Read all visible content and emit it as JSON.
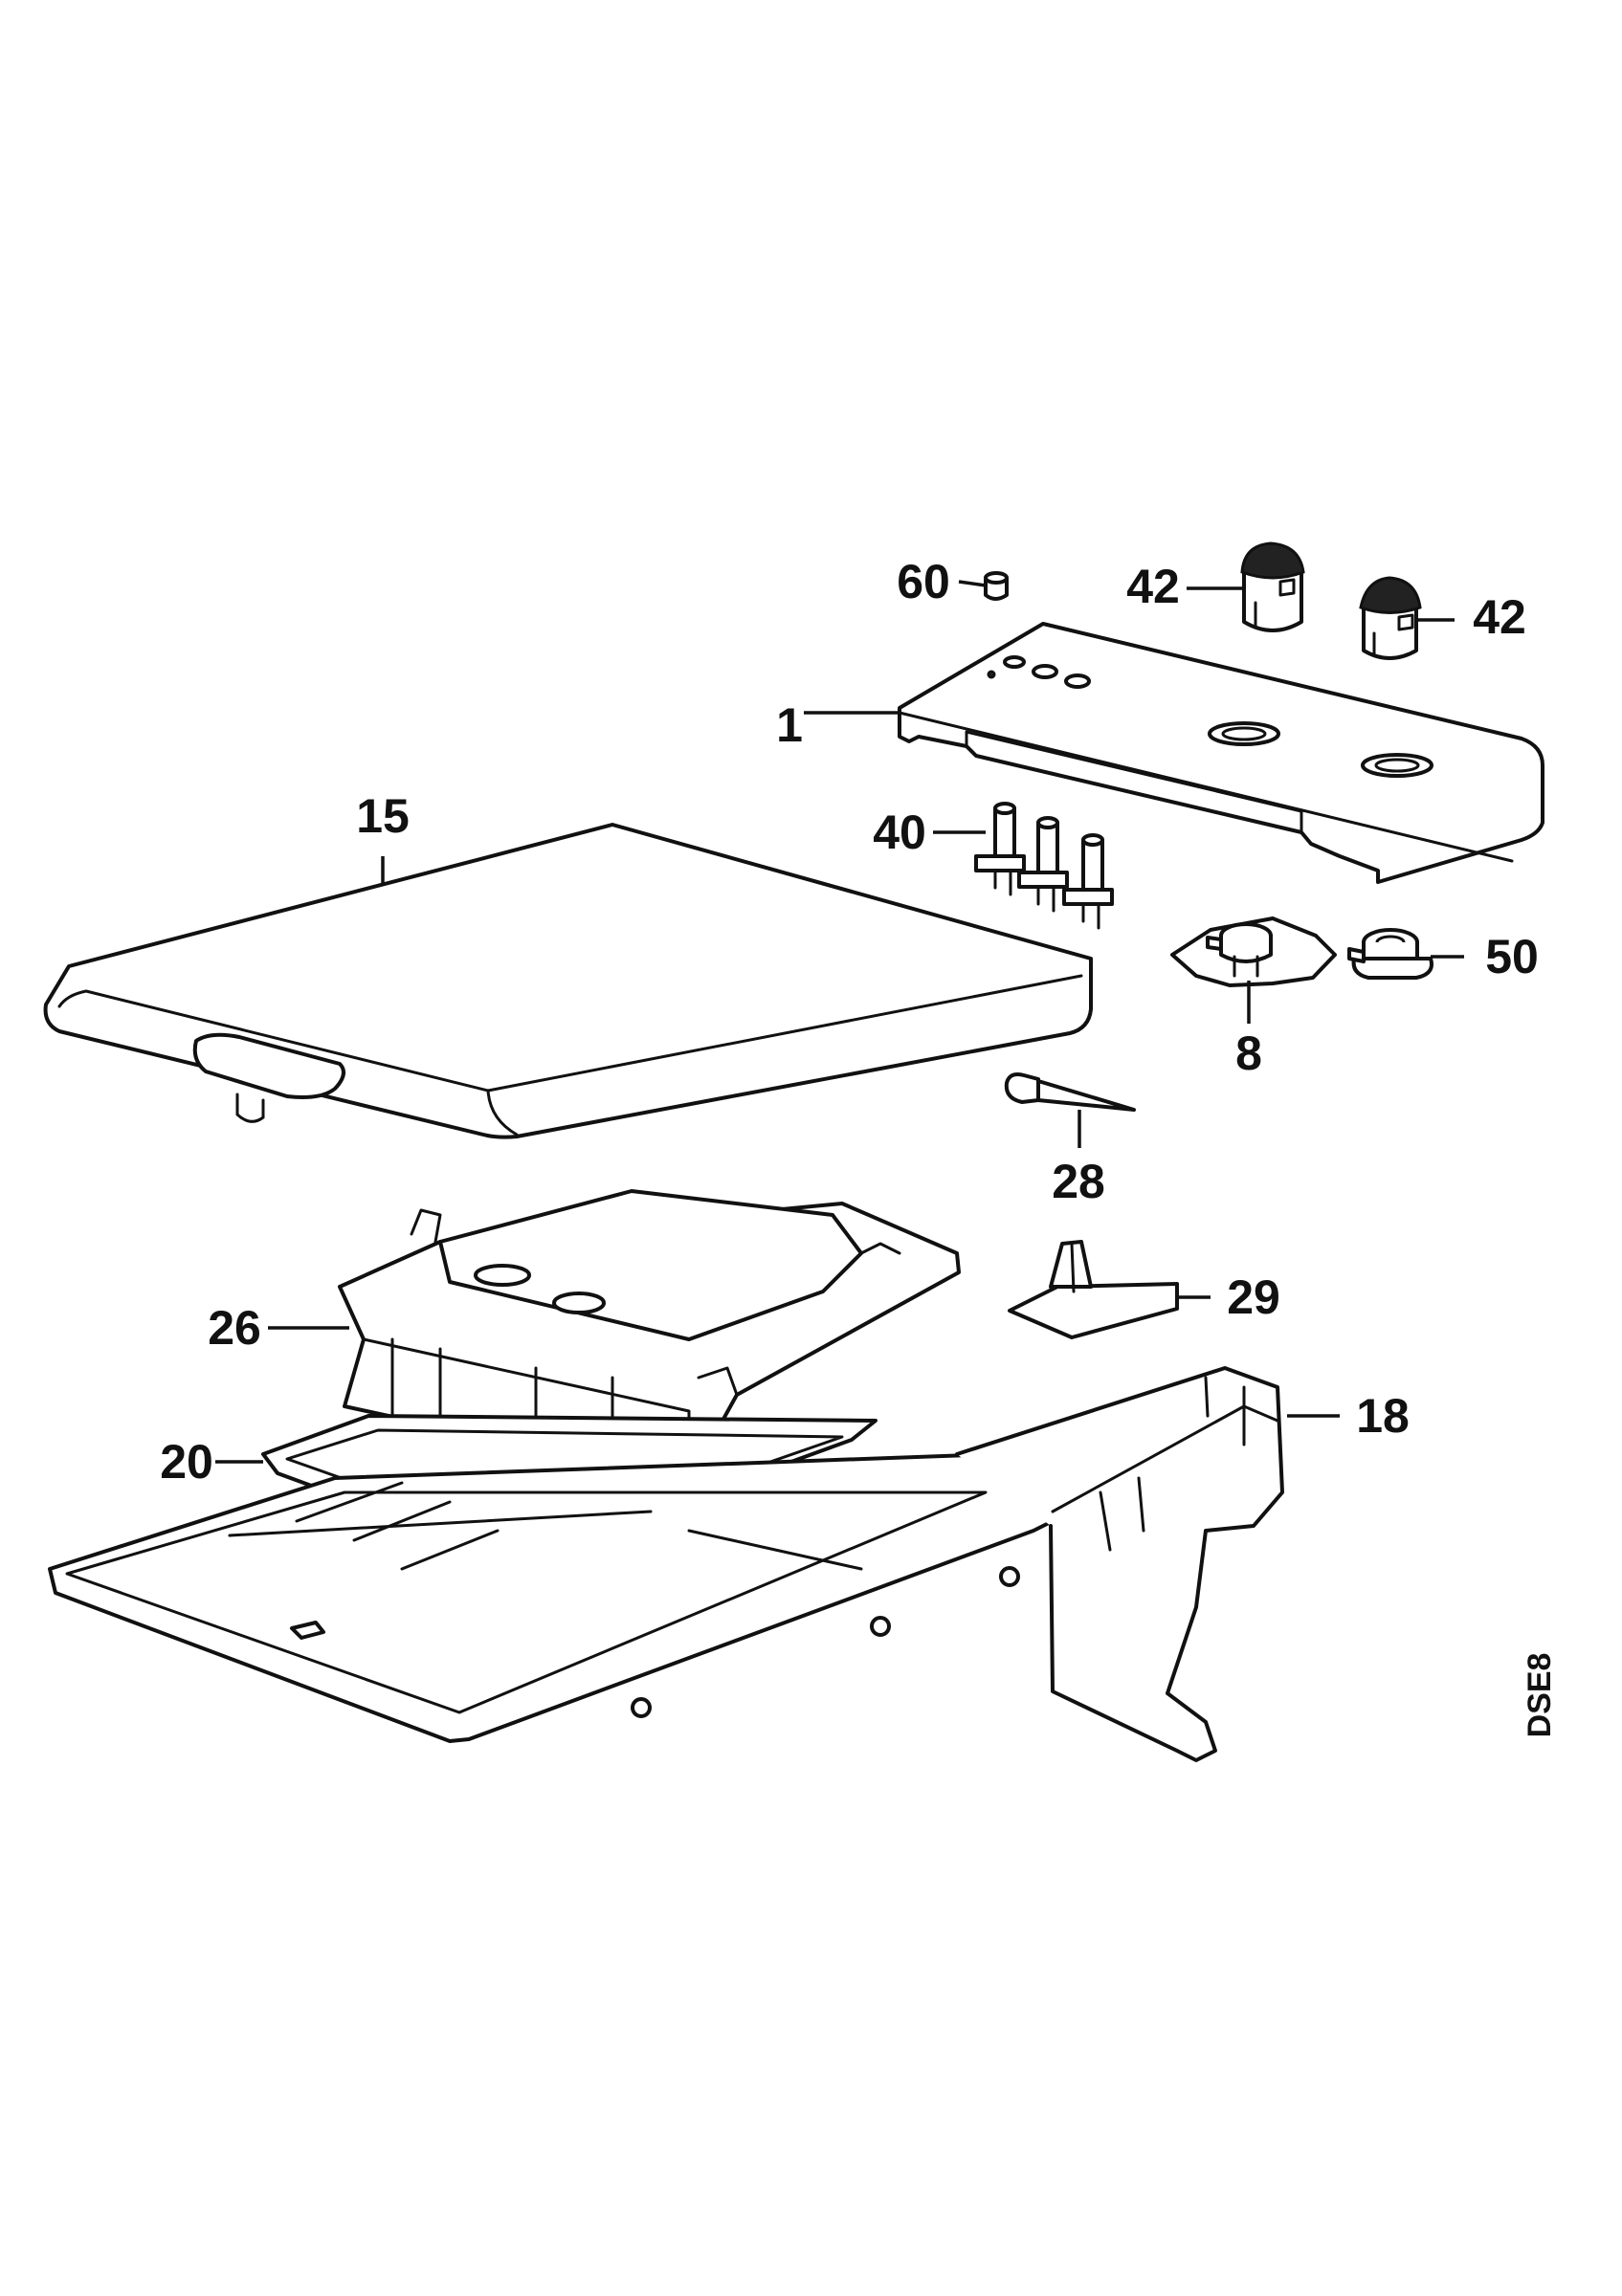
{
  "diagram": {
    "drawing_code": "DSE8",
    "callouts": [
      {
        "id": "60",
        "text": "60"
      },
      {
        "id": "42a",
        "text": "42"
      },
      {
        "id": "42b",
        "text": "42"
      },
      {
        "id": "1",
        "text": "1"
      },
      {
        "id": "15",
        "text": "15"
      },
      {
        "id": "40",
        "text": "40"
      },
      {
        "id": "50",
        "text": "50"
      },
      {
        "id": "8",
        "text": "8"
      },
      {
        "id": "28",
        "text": "28"
      },
      {
        "id": "29",
        "text": "29"
      },
      {
        "id": "26",
        "text": "26"
      },
      {
        "id": "18",
        "text": "18"
      },
      {
        "id": "20",
        "text": "20"
      }
    ]
  }
}
